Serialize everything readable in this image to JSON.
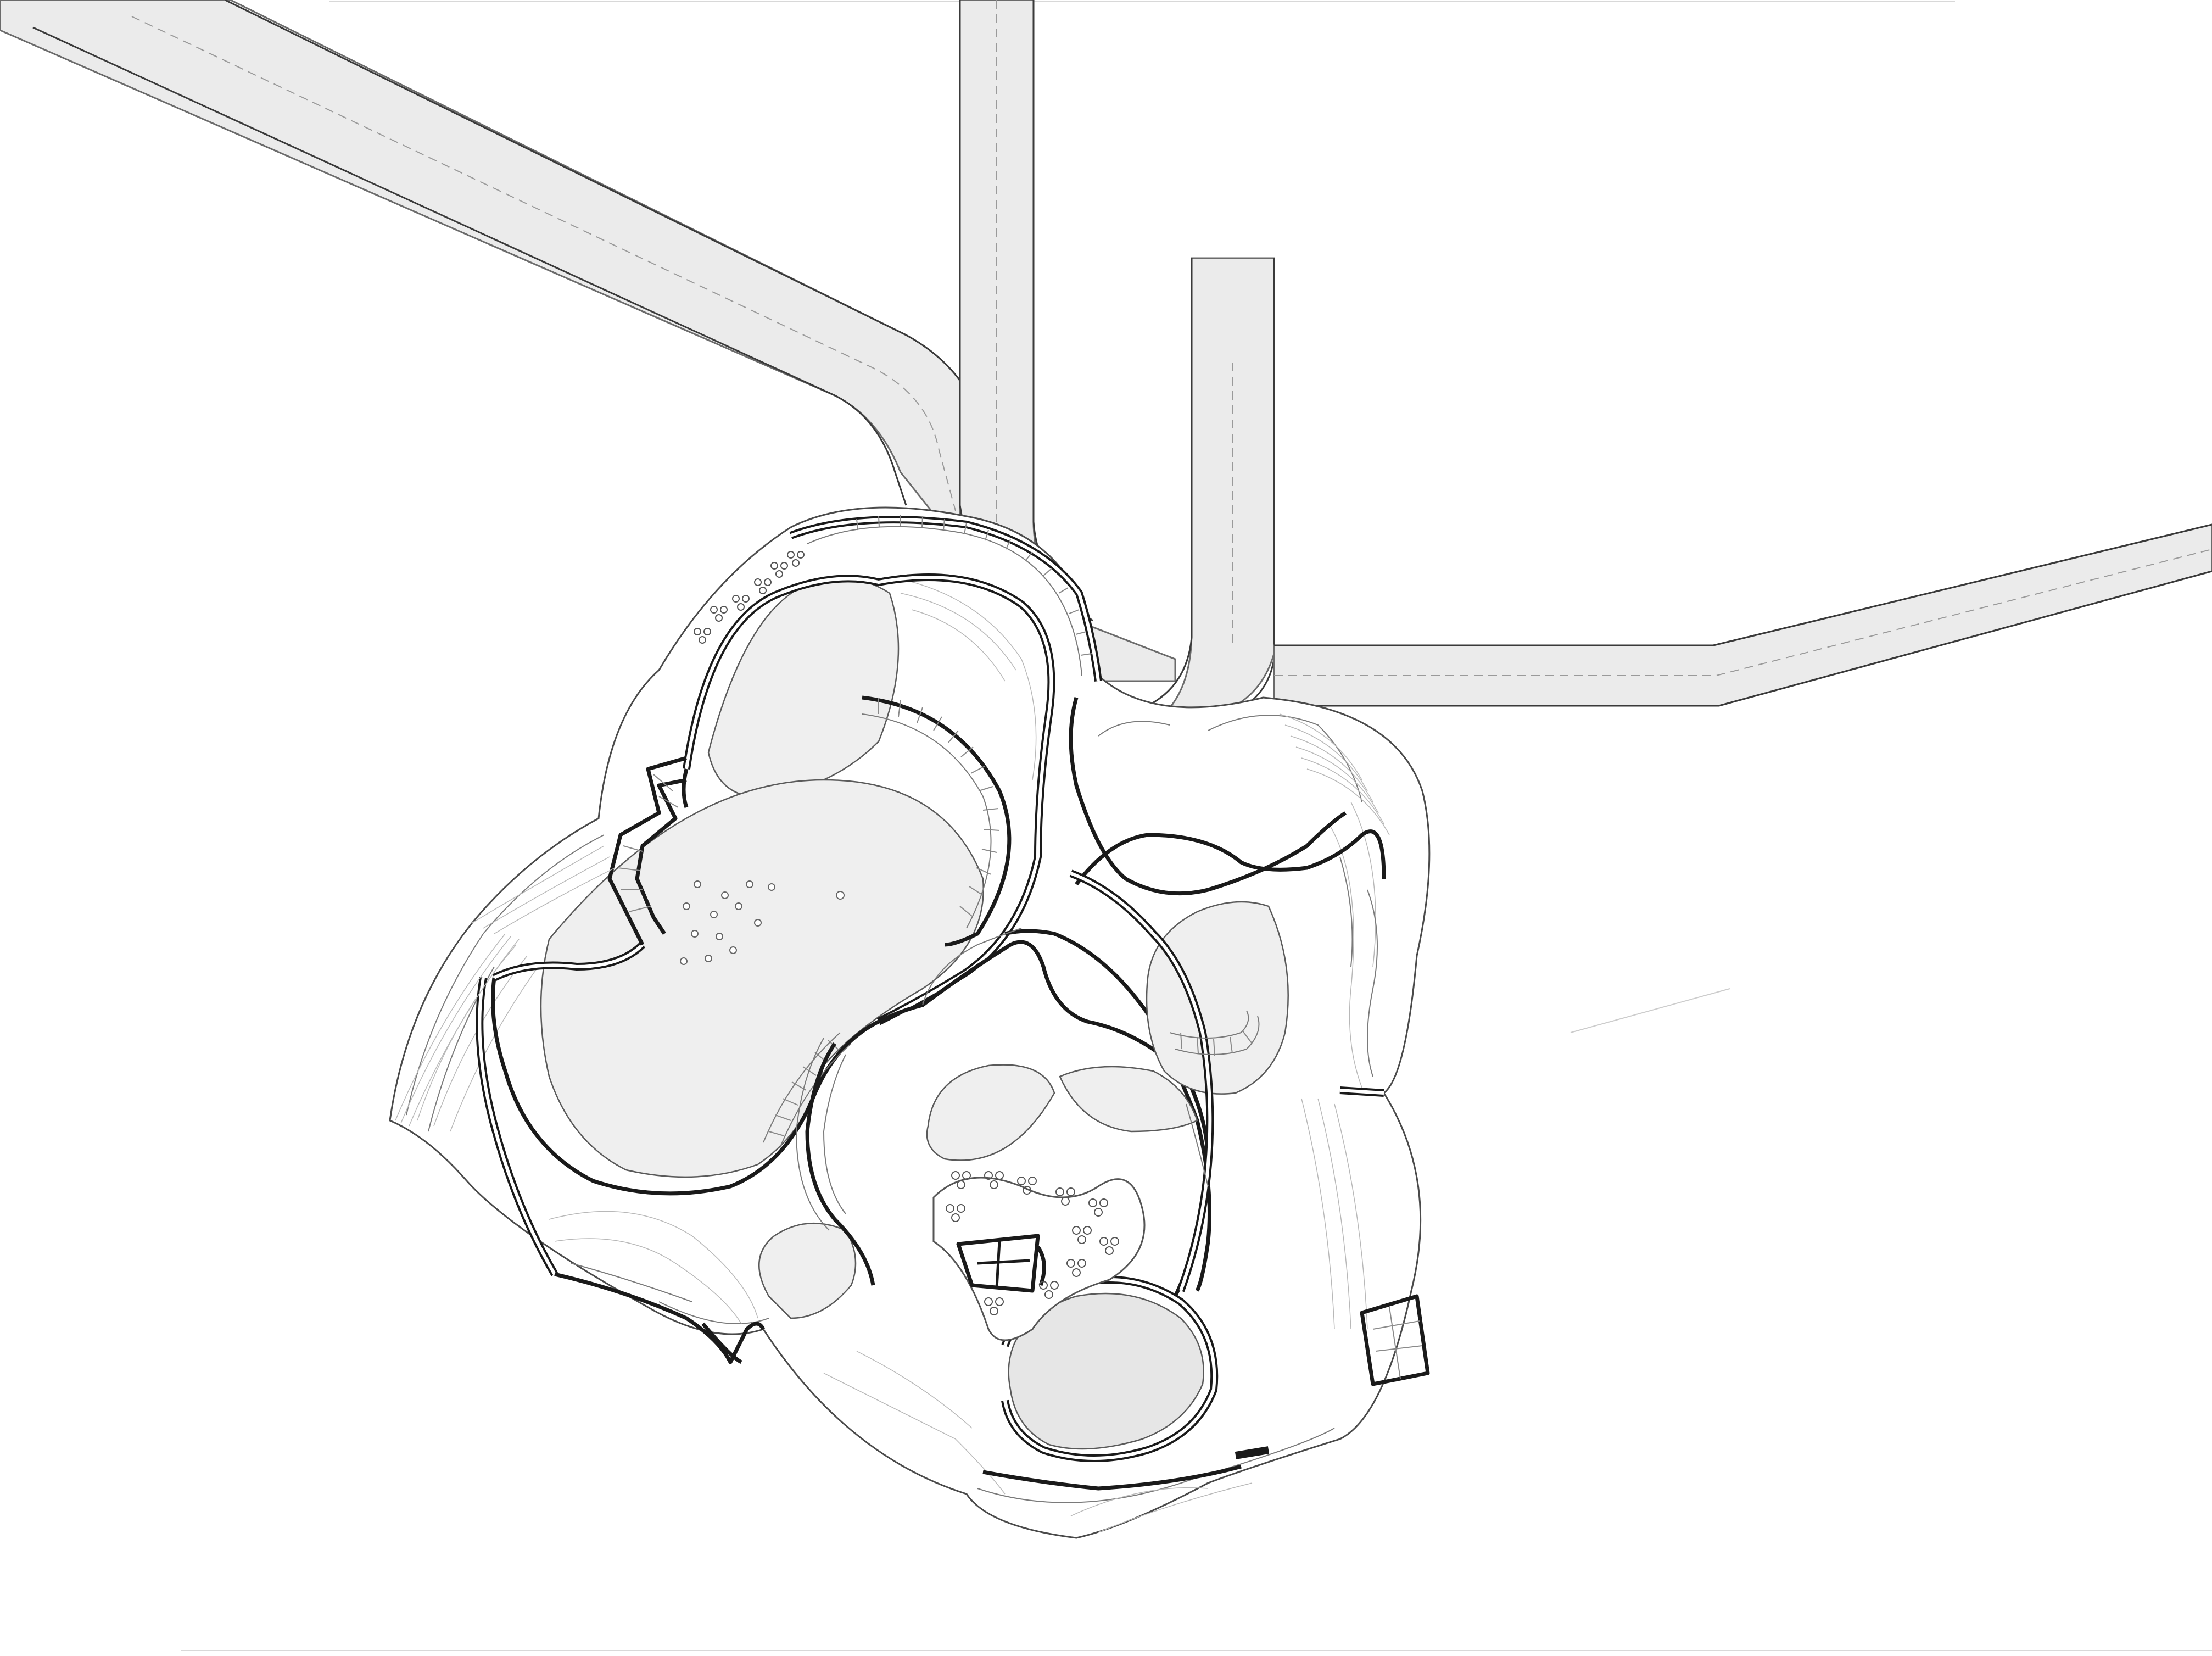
{
  "drawing": {
    "kind": "architectural plan",
    "line_color": "#1a1a1a",
    "fill_color": "#ebebeb",
    "background": "#ffffff",
    "elements": {
      "roads": [
        "access-road-northwest",
        "access-road-north",
        "access-road-east"
      ],
      "building": [
        "outer-envelope",
        "north-gallery",
        "west-hall",
        "central-hall",
        "east-wing",
        "south-court"
      ],
      "furniture": [
        "seating-cluster-north",
        "seating-cluster-south",
        "column-grid"
      ],
      "stairs": [
        "curved-stair-west",
        "curved-stair-east",
        "stair-tower-south"
      ]
    }
  }
}
